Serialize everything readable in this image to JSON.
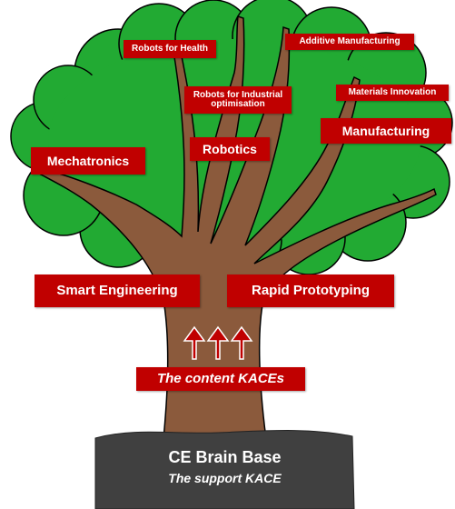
{
  "labels": {
    "robots_health": "Robots for Health",
    "additive": "Additive Manufacturing",
    "robots_industrial": "Robots for Industrial optimisation",
    "materials": "Materials Innovation",
    "manufacturing": "Manufacturing",
    "robotics": "Robotics",
    "mechatronics": "Mechatronics",
    "smart_engineering": "Smart Engineering",
    "rapid_prototyping": "Rapid Prototyping",
    "content": "The content KACEs"
  },
  "base": {
    "title": "CE Brain Base",
    "subtitle": "The support KACE"
  },
  "colors": {
    "label_bg": "#c00000",
    "canopy": "#22aa33",
    "trunk": "#8b5a3c",
    "base": "#404040"
  },
  "icons": [
    "up-arrow-icon",
    "up-arrow-icon",
    "up-arrow-icon"
  ]
}
